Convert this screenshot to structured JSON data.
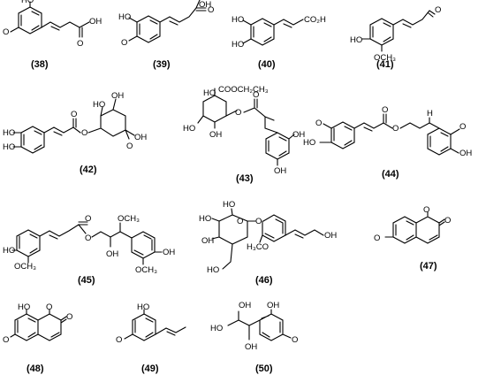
{
  "compounds": [
    {
      "label": "(38)",
      "atoms": [
        "HO",
        "O",
        "OH",
        "O"
      ]
    },
    {
      "label": "(39)",
      "atoms": [
        "HO",
        "O",
        "OH",
        "O"
      ]
    },
    {
      "label": "(40)",
      "atoms": [
        "HO",
        "HO",
        "CO₂H"
      ]
    },
    {
      "label": "(41)",
      "atoms": [
        "HO",
        "OCH₃",
        "O"
      ]
    },
    {
      "label": "(42)",
      "atoms": [
        "HO",
        "HO",
        "O",
        "O",
        "HO",
        "OH",
        "OH",
        "O"
      ]
    },
    {
      "label": "(43)",
      "atoms": [
        "HO",
        "COOCH₂CH₃",
        "HO",
        "OH",
        "O",
        "O",
        "OH",
        "OH"
      ]
    },
    {
      "label": "(44)",
      "atoms": [
        "HO",
        "O",
        "O",
        "O",
        "H",
        "O",
        "OH"
      ]
    },
    {
      "label": "(45)",
      "atoms": [
        "HO",
        "OCH₃",
        "O",
        "O",
        "OCH₃",
        "OH",
        "OH",
        "OCH₃"
      ]
    },
    {
      "label": "(46)",
      "atoms": [
        "HO",
        "O",
        "O",
        "HO",
        "OH",
        "HO",
        "H₃CO",
        "OH"
      ]
    },
    {
      "label": "(47)",
      "atoms": [
        "O",
        "O",
        "O"
      ]
    },
    {
      "label": "(48)",
      "atoms": [
        "HO",
        "O",
        "O",
        "O"
      ]
    },
    {
      "label": "(49)",
      "atoms": [
        "HO",
        "O"
      ]
    },
    {
      "label": "(50)",
      "atoms": [
        "HO",
        "OH",
        "OH",
        "OH",
        "O"
      ]
    }
  ]
}
